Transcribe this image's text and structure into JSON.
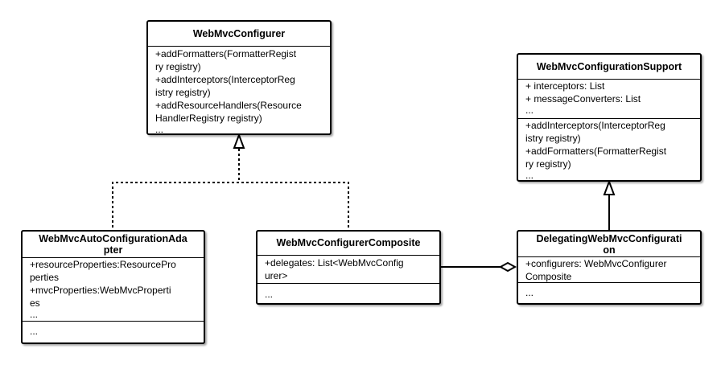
{
  "classes": {
    "webmvc_configurer": {
      "title": "WebMvcConfigurer",
      "methods": [
        "+addFormatters(FormatterRegist",
        "ry registry)",
        "+addInterceptors(InterceptorReg",
        "istry registry)",
        "+addResourceHandlers(Resource",
        "HandlerRegistry registry)",
        "..."
      ]
    },
    "webmvc_configuration_support": {
      "title": "WebMvcConfigurationSupport",
      "attributes": [
        "+ interceptors: List",
        "+ messageConverters: List",
        "..."
      ],
      "methods": [
        "+addInterceptors(InterceptorReg",
        "istry registry)",
        "+addFormatters(FormatterRegist",
        "ry registry)",
        "..."
      ]
    },
    "webmvc_auto_configuration_adapter": {
      "title_lines": [
        "WebMvcAutoConfigurationAda",
        "pter"
      ],
      "attributes": [
        "+resourceProperties:ResourcePro",
        "perties",
        "+mvcProperties:WebMvcProperti",
        "es",
        "..."
      ],
      "methods": [
        "..."
      ]
    },
    "webmvc_configurer_composite": {
      "title": "WebMvcConfigurerComposite",
      "attributes": [
        "+delegates: List<WebMvcConfig",
        "urer>"
      ],
      "methods": [
        "..."
      ]
    },
    "delegating_webmvc_configuration": {
      "title_lines": [
        "DelegatingWebMvcConfigurati",
        "on"
      ],
      "attributes": [
        "+configurers: WebMvcConfigurer",
        "Composite"
      ],
      "methods": [
        "..."
      ]
    }
  },
  "relations": [
    {
      "from": "webmvc_auto_configuration_adapter",
      "to": "webmvc_configurer",
      "type": "realization"
    },
    {
      "from": "webmvc_configurer_composite",
      "to": "webmvc_configurer",
      "type": "realization"
    },
    {
      "from": "delegating_webmvc_configuration",
      "to": "webmvc_configuration_support",
      "type": "generalization"
    },
    {
      "from": "webmvc_configurer_composite",
      "to": "delegating_webmvc_configuration",
      "type": "aggregation"
    }
  ]
}
